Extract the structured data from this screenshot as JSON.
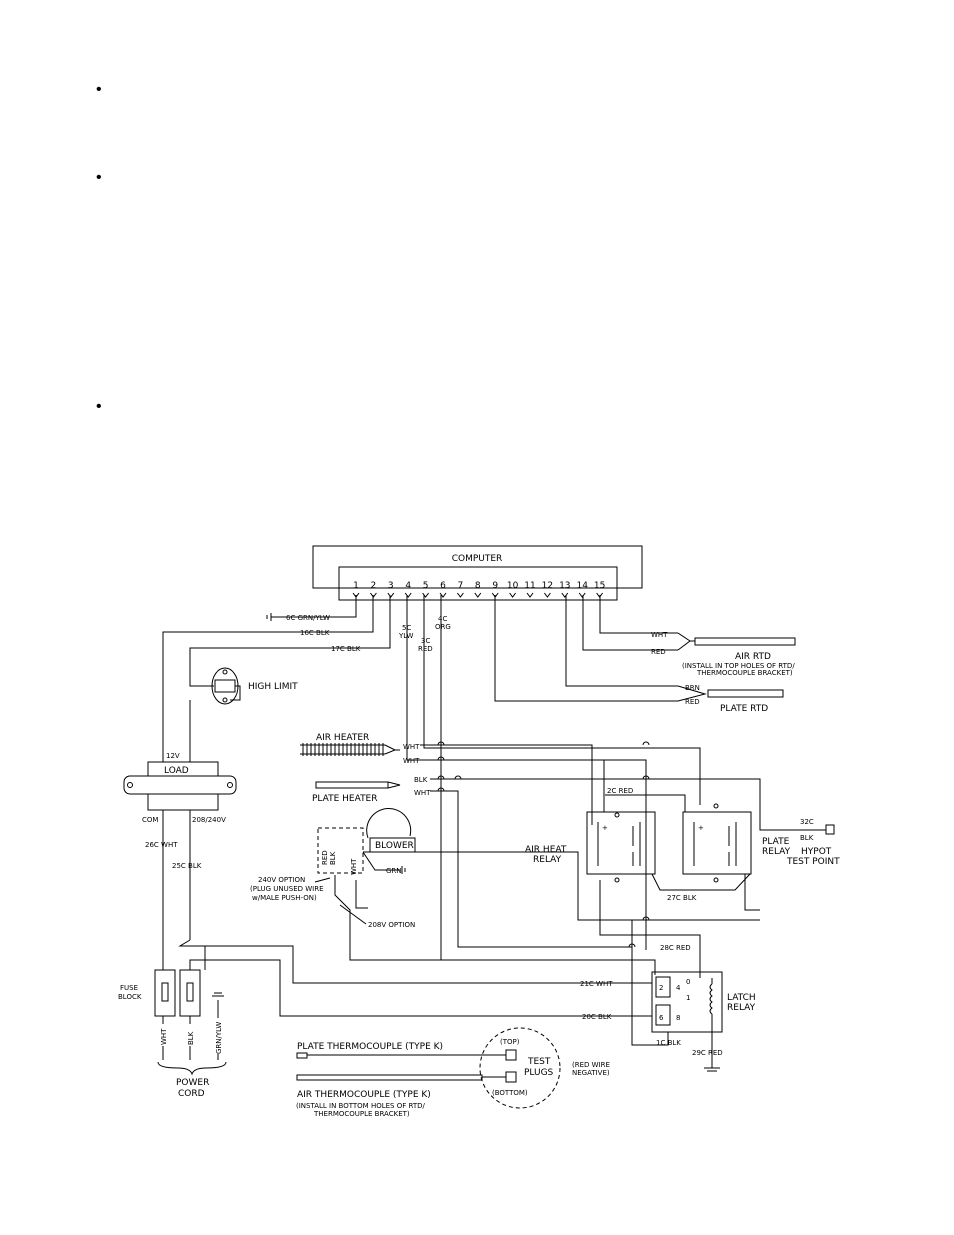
{
  "page": {
    "bullets": [
      "•",
      "•",
      "•"
    ]
  },
  "diagram": {
    "computer": {
      "title": "COMPUTER",
      "pins": [
        "1",
        "2",
        "3",
        "4",
        "5",
        "6",
        "7",
        "8",
        "9",
        "10",
        "11",
        "12",
        "13",
        "14",
        "15"
      ]
    },
    "wires": {
      "w6c": "6C GRN/YLW",
      "w16c": "16C BLK",
      "w17c": "17C BLK",
      "w5c_num": "5C",
      "w5c_col": "YLW",
      "w3c_num": "3C",
      "w3c_col": "RED",
      "w4c_num": "4C",
      "w4c_col": "ORG",
      "w26c": "26C WHT",
      "w25c": "25C BLK",
      "w2c": "2C RED",
      "w27c": "27C BLK",
      "w28c": "28C RED",
      "w21c": "21C WHT",
      "w20c": "20C BLK",
      "w1c": "1C BLK",
      "w29c": "29C RED",
      "w32c_num": "32C",
      "w32c_col": "BLK"
    },
    "air_rtd": {
      "label": "AIR RTD",
      "note1": "(INSTALL IN TOP HOLES OF RTD/",
      "note2": "THERMOCOUPLE BRACKET)",
      "wire1": "WHT",
      "wire2": "RED"
    },
    "plate_rtd": {
      "label": "PLATE RTD",
      "wire1": "BRN",
      "wire2": "RED"
    },
    "high_limit": "HIGH LIMIT",
    "air_heater": {
      "label": "AIR HEATER",
      "wire1": "WHT",
      "wire2": "WHT"
    },
    "plate_heater": {
      "label": "PLATE HEATER",
      "wire1": "BLK",
      "wire2": "WHT"
    },
    "transformer": {
      "label": "LOAD",
      "v12": "12V",
      "com": "COM",
      "v208": "208/240V"
    },
    "blower": {
      "label": "BLOWER",
      "red": "RED",
      "blk": "BLK",
      "wht": "WHT",
      "grn": "GRN"
    },
    "option240_1": "240V OPTION",
    "option240_2": "(PLUG UNUSED WIRE",
    "option240_3": "w/MALE PUSH-ON)",
    "option208": "208V OPTION",
    "air_heat_relay_1": "AIR HEAT",
    "air_heat_relay_2": "RELAY",
    "plate_relay_1": "PLATE",
    "plate_relay_2": "RELAY",
    "hypot_1": "HYPOT",
    "hypot_2": "TEST POINT",
    "latch_relay_1": "LATCH",
    "latch_relay_2": "RELAY",
    "latch_pins": [
      "2",
      "4",
      "6",
      "8",
      "0",
      "1"
    ],
    "fuse_block_1": "FUSE",
    "fuse_block_2": "BLOCK",
    "cord": {
      "wht": "WHT",
      "blk": "BLK",
      "grn": "GRN/YLW",
      "label1": "POWER",
      "label2": "CORD"
    },
    "plate_tc": "PLATE THERMOCOUPLE (TYPE K)",
    "air_tc": "AIR THERMOCOUPLE (TYPE K)",
    "tc_note1": "(INSTALL IN BOTTOM HOLES OF RTD/",
    "tc_note2": "THERMOCOUPLE BRACKET)",
    "test_plugs_1": "TEST",
    "test_plugs_2": "PLUGS",
    "top": "(TOP)",
    "bottom": "(BOTTOM)",
    "red_neg_1": "(RED WIRE",
    "red_neg_2": "NEGATIVE)"
  }
}
